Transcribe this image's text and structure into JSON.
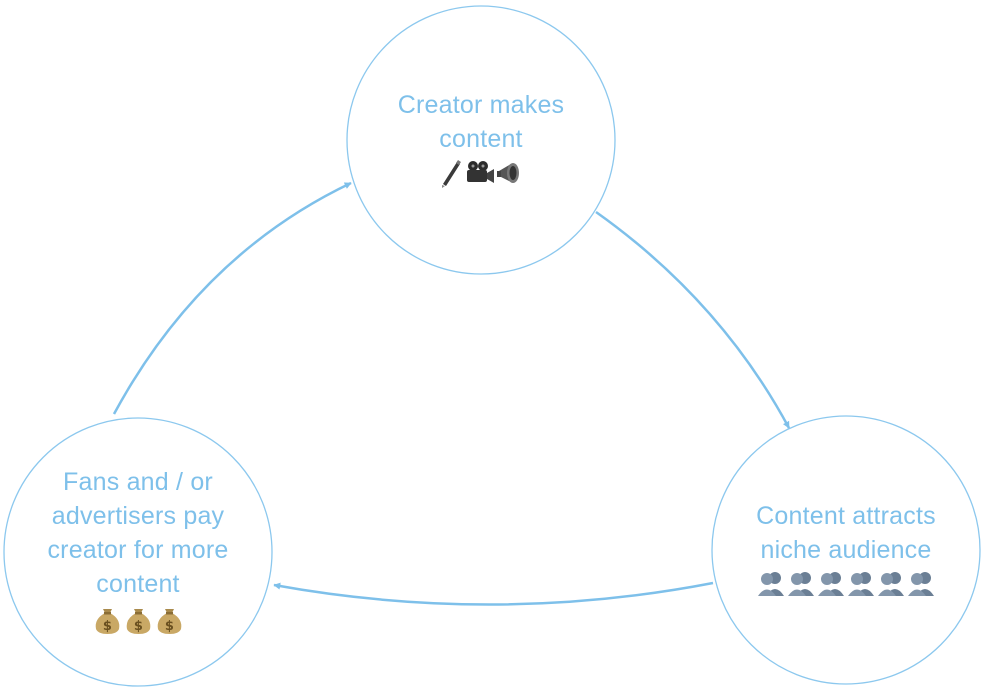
{
  "diagram": {
    "accent_color": "#7ec0ea",
    "nodes": [
      {
        "id": "creator",
        "lines": [
          "Creator makes",
          "content"
        ],
        "icons": [
          "pen-icon",
          "video-camera-icon",
          "megaphone-icon"
        ]
      },
      {
        "id": "audience",
        "lines": [
          "Content attracts",
          "niche audience"
        ],
        "icons": [
          "people-icon",
          "people-icon",
          "people-icon",
          "people-icon",
          "people-icon",
          "people-icon"
        ]
      },
      {
        "id": "payment",
        "lines": [
          "Fans and / or",
          "advertisers pay",
          "creator for more",
          "content"
        ],
        "icons": [
          "money-bag-icon",
          "money-bag-icon",
          "money-bag-icon"
        ]
      }
    ],
    "edges": [
      {
        "from": "creator",
        "to": "audience"
      },
      {
        "from": "audience",
        "to": "payment"
      },
      {
        "from": "payment",
        "to": "creator"
      }
    ]
  }
}
